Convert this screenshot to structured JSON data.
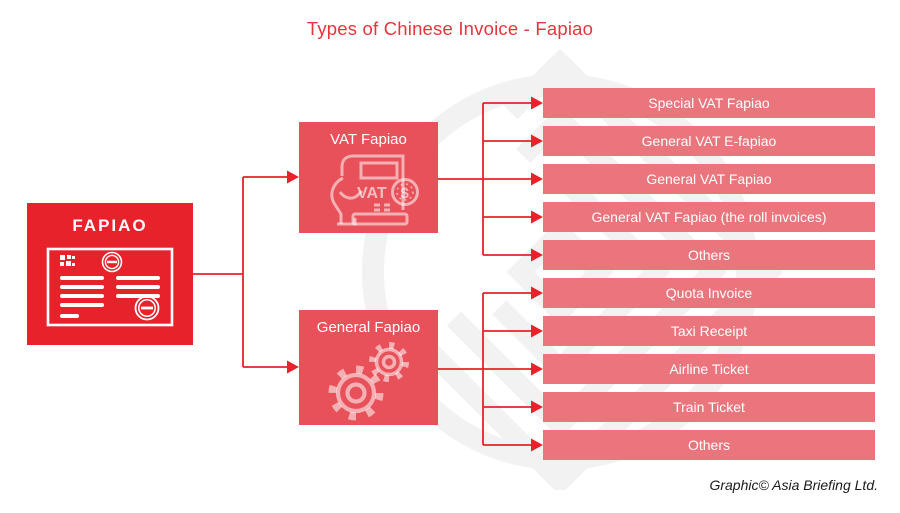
{
  "title": "Types of Chinese Invoice - Fapiao",
  "footer": "Graphic© Asia Briefing Ltd.",
  "root_node": {
    "label": "FAPIAO",
    "icon": "invoice-icon"
  },
  "branches": [
    {
      "label": "VAT Fapiao",
      "icon": "vat-receipt-icon",
      "items": [
        "Special VAT Fapiao",
        "General VAT E-fapiao",
        "General VAT Fapiao",
        "General VAT Fapiao (the roll invoices)",
        "Others"
      ]
    },
    {
      "label": "General Fapiao",
      "icon": "gears-icon",
      "items": [
        "Quota Invoice",
        "Taxi Receipt",
        "Airline Ticket",
        "Train Ticket",
        "Others"
      ]
    }
  ],
  "watermark_icon": "asia-briefing-logo-watermark",
  "colors": {
    "root_box": "#e8222b",
    "branch_box": "#e8505a",
    "leaf_bar": "#ea757c",
    "connector": "#e8222b",
    "title_text": "#e8353d",
    "watermark": "#f2f2f2",
    "footer_text": "#1a1a1a"
  }
}
